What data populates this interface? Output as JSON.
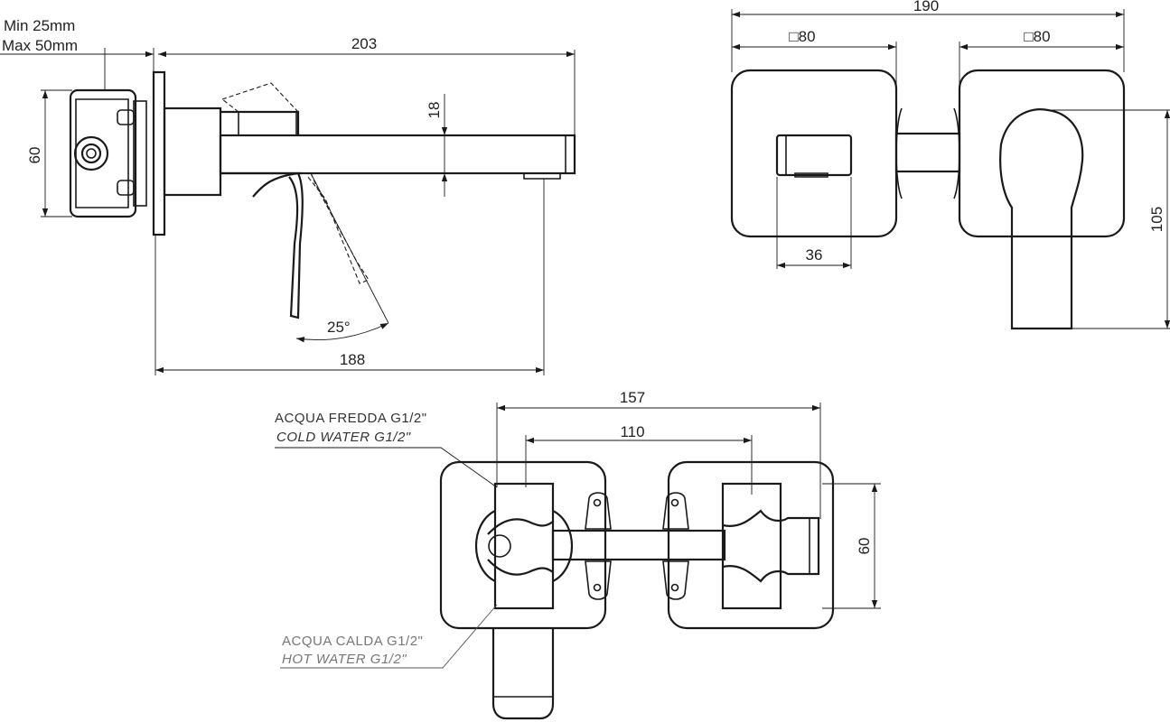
{
  "side_view": {
    "wall_min": "Min 25mm",
    "wall_max": "Max 50mm",
    "dim_length_total": "203",
    "dim_spout_height": "18",
    "dim_body_height": "60",
    "dim_projection": "188",
    "dim_angle": "25°"
  },
  "front_view": {
    "dim_total_width": "190",
    "dim_plate_left": "□80",
    "dim_plate_right": "□80",
    "dim_spout_width": "36",
    "dim_total_height": "105"
  },
  "top_view": {
    "dim_total_width": "157",
    "dim_center_distance": "110",
    "dim_height": "60",
    "cold_water_it": "ACQUA FREDDA G1/2\"",
    "cold_water_en": "COLD WATER G1/2\"",
    "hot_water_it": "ACQUA CALDA G1/2\"",
    "hot_water_en": "HOT WATER G1/2\""
  }
}
